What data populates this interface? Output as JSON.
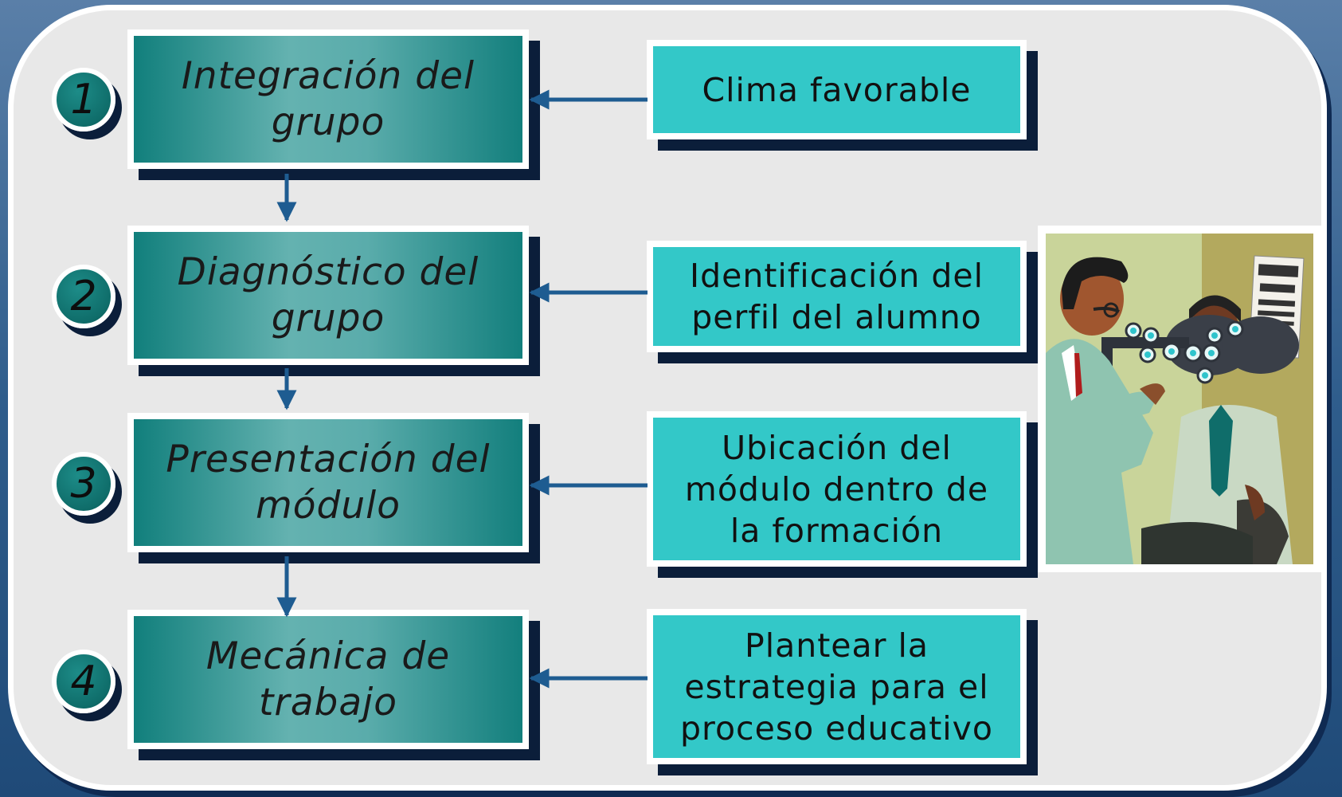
{
  "steps": [
    {
      "number": "1",
      "label": "Integración del\ngrupo"
    },
    {
      "number": "2",
      "label": "Diagnóstico del\ngrupo"
    },
    {
      "number": "3",
      "label": "Presentación del\nmódulo"
    },
    {
      "number": "4",
      "label": "Mecánica de\ntrabajo"
    }
  ],
  "details": [
    {
      "label": "Clima favorable"
    },
    {
      "label": "Identificación del\nperfil del alumno"
    },
    {
      "label": "Ubicación del\nmódulo dentro de\nla formación"
    },
    {
      "label": "Plantear la\nestrategia para el\nproceso educativo"
    }
  ],
  "illustration": {
    "icon": "eye-exam-clipart"
  },
  "colors": {
    "step_fill": "#117f7c",
    "detail_fill": "#33c8c8",
    "arrow": "#1e5c91",
    "shadow": "#0b1e3a"
  }
}
